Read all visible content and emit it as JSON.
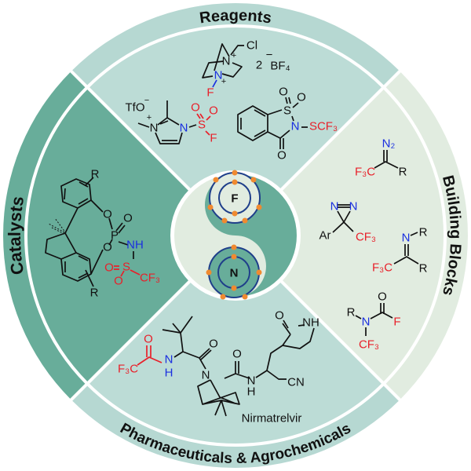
{
  "sectors": {
    "reagents": "Reagents",
    "catalysts": "Catalysts",
    "building_blocks": "Building Blocks",
    "pharma": "Pharmaceuticals & Agrochemicals"
  },
  "colors": {
    "reagents": "#b6d8d2",
    "catalysts": "#68ad9a",
    "building_blocks": "#e1ece0",
    "pharma": "#b6d8d2",
    "hub_light": "#e1ece0",
    "hub_dark": "#68ad9a",
    "orbit": "#1f3f8a",
    "electron": "#f08a30",
    "fluorine": "#c0101a",
    "nitrogen": "#12229a"
  },
  "hub": {
    "top_element": "F",
    "bottom_element": "N"
  },
  "reagents": {
    "selectfluor": {
      "n_top": "N",
      "plus_top": "+",
      "n_bottom": "N",
      "plus_bottom": "+",
      "f": "F",
      "cl": "Cl",
      "count": "2",
      "minus": "−",
      "anion": "BF₄"
    },
    "imidazolium": {
      "anion": "TfO",
      "minus": "−",
      "plus": "+",
      "n_plus": "N",
      "n": "N",
      "s": "S",
      "o1": "O",
      "o2": "O",
      "f": "F"
    },
    "saccharin": {
      "s": "S",
      "o1": "O",
      "o2": "O",
      "n": "N",
      "group": "SCF₃",
      "o3": "O"
    }
  },
  "catalyst": {
    "r1": "R",
    "r2": "R",
    "o1": "O",
    "o2": "O",
    "p": "P",
    "o3": "O",
    "nh": "NH",
    "s": "S",
    "o4": "O",
    "o5": "O",
    "cf3": "CF₃"
  },
  "building_blocks": {
    "diazo": {
      "n2": "N₂",
      "f3c": "F₃C",
      "r": "R"
    },
    "diazirine": {
      "n1": "N",
      "n2": "N",
      "ar": "Ar",
      "cf3": "CF₃"
    },
    "imine": {
      "n": "N",
      "r1": "R",
      "f3c": "F₃C",
      "r2": "R"
    },
    "carbamoyl": {
      "o": "O",
      "r": "R",
      "n": "N",
      "f": "F",
      "cf3": "CF₃"
    }
  },
  "pharma": {
    "name": "Nirmatrelvir",
    "atoms": {
      "f3c": "F₃C",
      "o1": "O",
      "n1": "N",
      "h1": "H",
      "o2": "O",
      "n2": "N",
      "o3": "O",
      "n3": "N",
      "h3": "H",
      "cn": "CN",
      "o4": "O",
      "nh": "NH"
    }
  }
}
